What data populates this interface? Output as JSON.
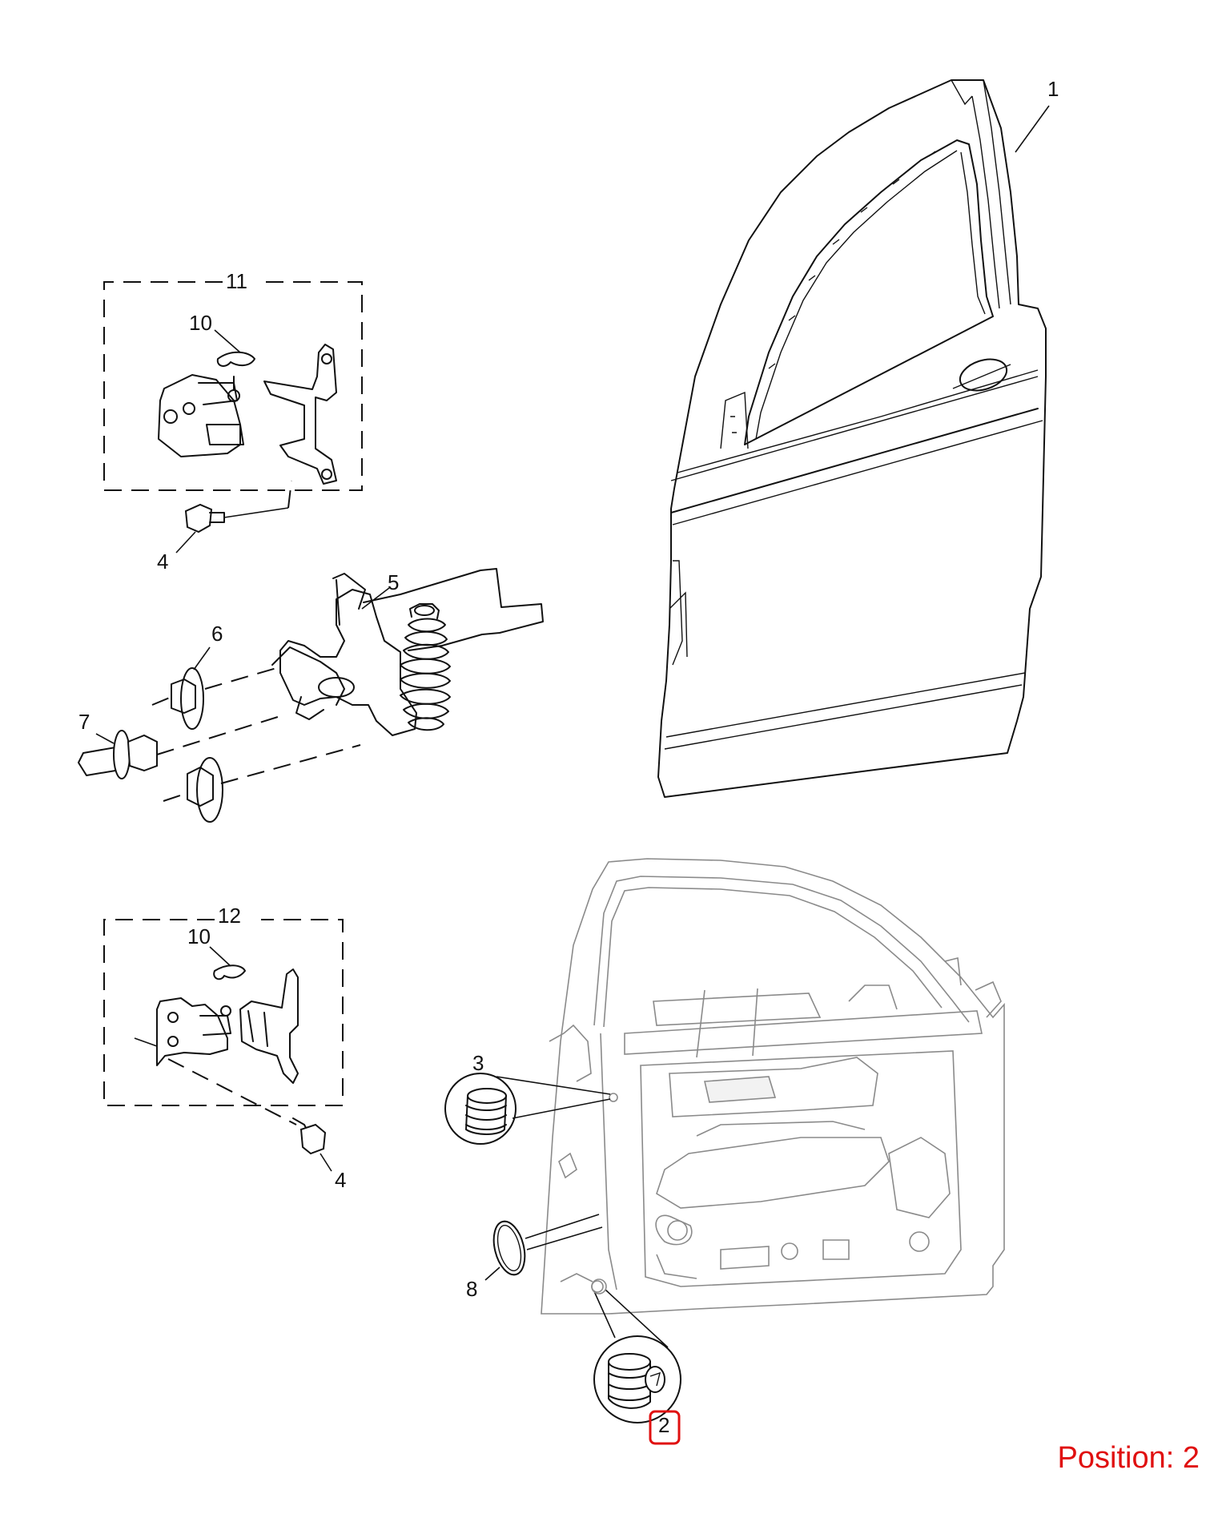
{
  "callouts": [
    {
      "id": "c1",
      "label": "1"
    },
    {
      "id": "c11",
      "label": "11"
    },
    {
      "id": "c10a",
      "label": "10"
    },
    {
      "id": "c4a",
      "label": "4"
    },
    {
      "id": "c5",
      "label": "5"
    },
    {
      "id": "c6",
      "label": "6"
    },
    {
      "id": "c7",
      "label": "7"
    },
    {
      "id": "c12",
      "label": "12"
    },
    {
      "id": "c10b",
      "label": "10"
    },
    {
      "id": "c3",
      "label": "3"
    },
    {
      "id": "c4b",
      "label": "4"
    },
    {
      "id": "c8",
      "label": "8"
    },
    {
      "id": "c2",
      "label": "2"
    }
  ],
  "position_label": "Position: 2",
  "highlight_color": "#e01010",
  "highlighted_callout": "2"
}
